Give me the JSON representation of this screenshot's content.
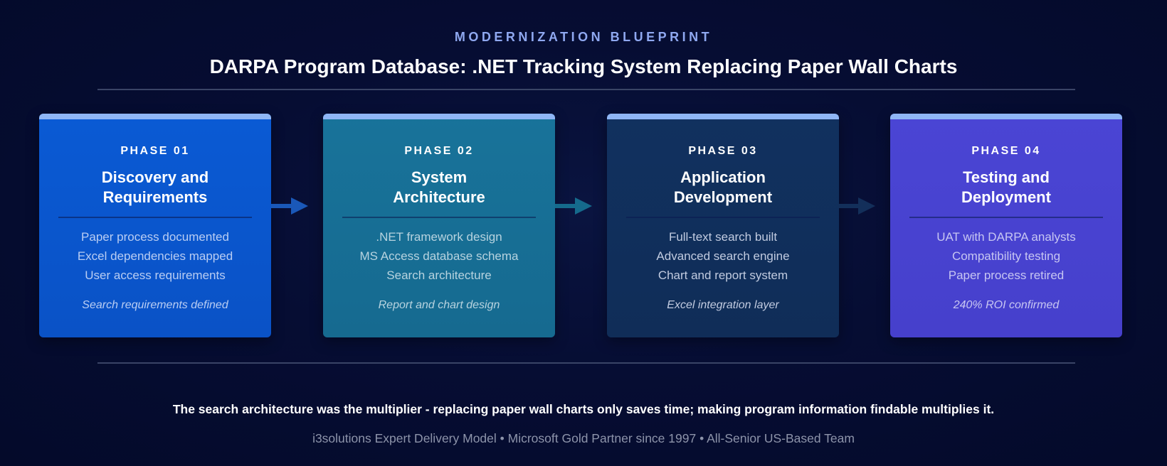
{
  "header": {
    "eyebrow": "MODERNIZATION BLUEPRINT",
    "title": "DARPA Program Database: .NET Tracking System Replacing Paper Wall Charts"
  },
  "phases": [
    {
      "label": "PHASE 01",
      "name_line1": "Discovery and",
      "name_line2": "Requirements",
      "items": [
        "Paper process documented",
        "Excel dependencies mapped",
        "User access requirements"
      ],
      "note": "Search requirements defined",
      "color": "#0a56cc"
    },
    {
      "label": "PHASE 02",
      "name_line1": "System",
      "name_line2": "Architecture",
      "items": [
        ".NET framework design",
        "MS Access database schema",
        "Search architecture"
      ],
      "note": "Report and chart design",
      "color": "#176e95"
    },
    {
      "label": "PHASE 03",
      "name_line1": "Application",
      "name_line2": "Development",
      "items": [
        "Full-text search built",
        "Advanced search engine",
        "Chart and report system"
      ],
      "note": "Excel integration layer",
      "color": "#11305c"
    },
    {
      "label": "PHASE 04",
      "name_line1": "Testing and",
      "name_line2": "Deployment",
      "items": [
        "UAT with DARPA analysts",
        "Compatibility testing",
        "Paper process retired"
      ],
      "note": "240% ROI confirmed",
      "color": "#4843d0"
    }
  ],
  "conclusion": "The search architecture was the multiplier - replacing paper wall charts only saves time; making program information findable multiplies it.",
  "footer": "i3solutions Expert Delivery Model • Microsoft Gold Partner since 1997 • All-Senior US-Based Team",
  "colors": {
    "background": "#060d33",
    "accent_bar": "#8fb6f5",
    "eyebrow": "#8fa8f0"
  }
}
